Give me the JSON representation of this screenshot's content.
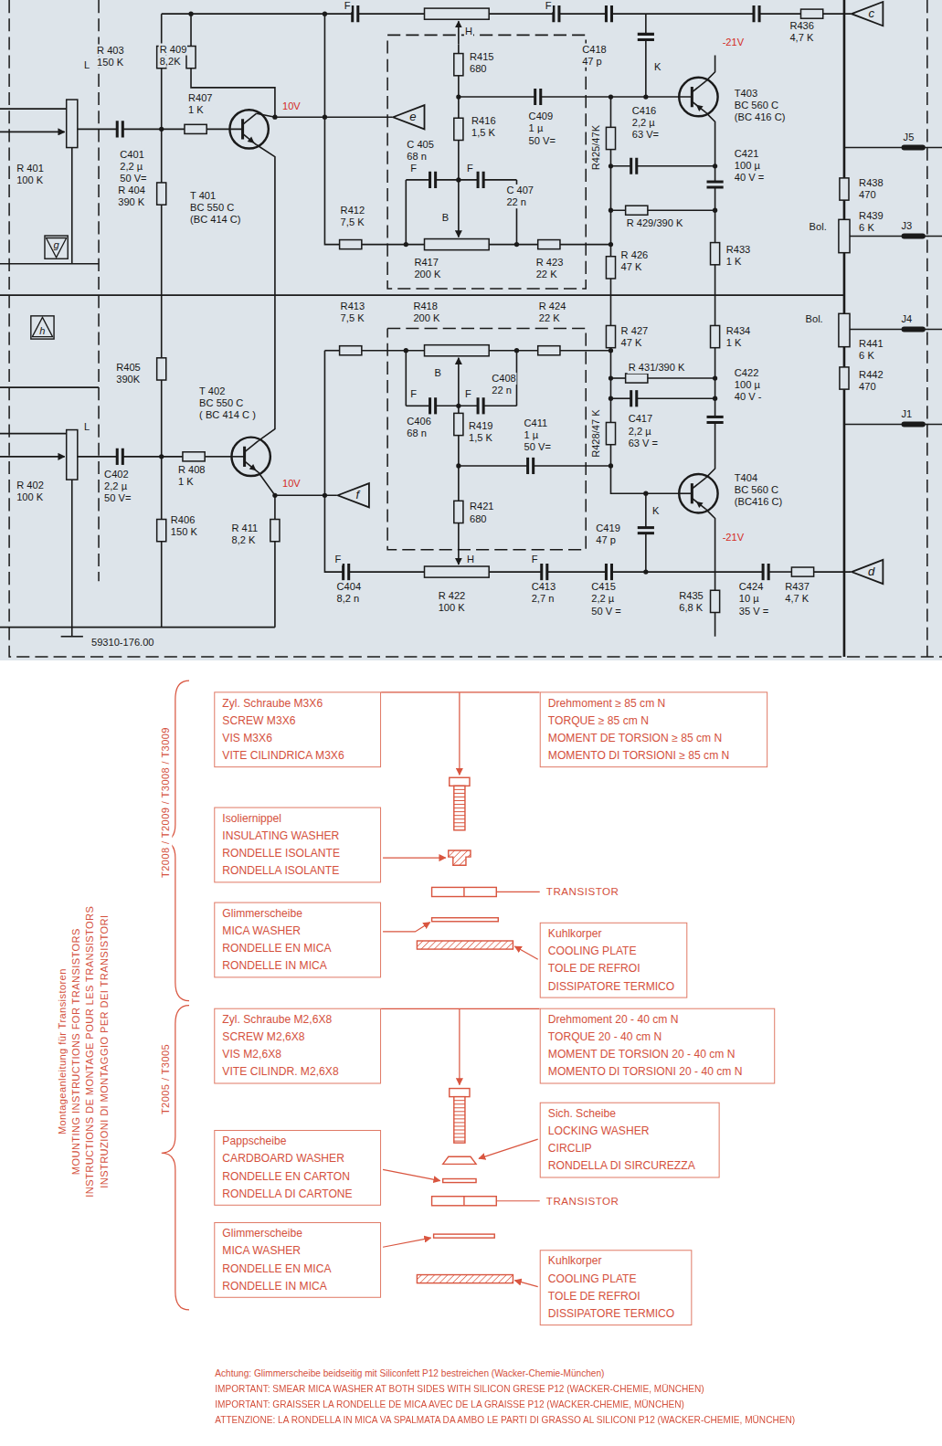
{
  "diagram": {
    "nodes": [
      {
        "text": [
          "c"
        ]
      },
      {
        "text": [
          "e"
        ]
      },
      {
        "text": [
          "g"
        ]
      },
      {
        "text": [
          "h"
        ]
      },
      {
        "text": [
          "f"
        ]
      },
      {
        "text": [
          "d"
        ]
      },
      {
        "text": [
          "Zyl. Schraube M3X6",
          "SCREW M3X6",
          "VIS M3X6",
          "VITE CILINDRICA M3X6"
        ]
      },
      {
        "text": [
          "Drehmoment ≥ 85 cm N",
          "TORQUE ≥ 85 cm N",
          "MOMENT DE TORSION ≥ 85 cm N",
          "MOMENTO DI TORSIONI ≥ 85 cm N"
        ]
      },
      {
        "text": [
          "Isoliernippel",
          "INSULATING WASHER",
          "RONDELLE ISOLANTE",
          "RONDELLA ISOLANTE"
        ]
      },
      {
        "text": [
          "Glimmerscheibe",
          "MICA WASHER",
          "RONDELLE EN MICA",
          "RONDELLE IN MICA"
        ]
      },
      {
        "text": [
          "Kuhlkorper",
          "COOLING PLATE",
          "TOLE DE REFROI",
          "DISSIPATORE TERMICO"
        ]
      },
      {
        "text": [
          "Zyl. Schraube M2,6X8",
          "SCREW M2,6X8",
          "VIS M2,6X8",
          "VITE CILINDR. M2,6X8"
        ]
      },
      {
        "text": [
          "Drehmoment 20 - 40 cm N",
          "TORQUE 20 - 40 cm N",
          "MOMENT DE TORSION 20 - 40 cm N",
          "MOMENTO DI TORSIONI 20 - 40 cm N"
        ]
      },
      {
        "text": [
          "Sich. Scheibe",
          "LOCKING WASHER",
          "CIRCLIP",
          "RONDELLA DI SIRCUREZZA"
        ]
      },
      {
        "text": [
          "Pappscheibe",
          "CARDBOARD WASHER",
          "RONDELLE EN CARTON",
          "RONDELLA DI CARTONE"
        ]
      },
      {
        "text": [
          "Glimmerscheibe",
          "MICA WASHER",
          "RONDELLE EN MICA",
          "RONDELLE IN MICA"
        ]
      },
      {
        "text": [
          "Kuhlkorper",
          "COOLING PLATE",
          "TOLE DE REFROI",
          "DISSIPATORE TERMICO"
        ]
      }
    ],
    "edges": [
      {
        "from": 6,
        "to": 7,
        "arrow": "none"
      },
      {
        "from": 11,
        "to": 12,
        "arrow": "none"
      }
    ],
    "labels": [
      "R 403",
      "150 K",
      "R 409",
      "8,2K",
      "R415",
      "680",
      "C418",
      "47 p",
      "-21V",
      "R436",
      "4,7 K",
      "R407",
      "1 K",
      "10V",
      "R 401",
      "100 K",
      "C401",
      "2,2 µ",
      "50 V=",
      "R 404",
      "390 K",
      "T 401",
      "BC 550 C",
      "(BC 414 C)",
      "R416",
      "1,5 K",
      "C409",
      "1 µ",
      "50 V=",
      "C 405",
      "68 n",
      "F",
      "F",
      "C 407",
      "22 n",
      "R425/47K",
      "C416",
      "2,2 µ",
      "63 V=",
      "T403",
      "BC 560 C",
      "(BC 416 C)",
      "C421",
      "100 µ",
      "40 V =",
      "J5",
      "R438",
      "470",
      "R439",
      "6 K",
      "Bol.",
      "J3",
      "R412",
      "7,5 K",
      "B",
      "R417",
      "200 K",
      "R 423",
      "22 K",
      "R 429/390 K",
      "R 426",
      "47 K",
      "R433",
      "1 K",
      "R413",
      "7,5 K",
      "R418",
      "200 K",
      "R 424",
      "22 K",
      "R 427",
      "47 K",
      "R 431/390 K",
      "R434",
      "1 K",
      "Bol.",
      "J4",
      "R441",
      "6 K",
      "R442",
      "470",
      "J1",
      "R405",
      "390K",
      "T 402",
      "BC 550 C",
      "( BC 414 C )",
      "B",
      "C408",
      "22 n",
      "C422",
      "100 µ",
      "40 V -",
      "F",
      "F",
      "C406",
      "68 n",
      "R419",
      "1,5 K",
      "C411",
      "1 µ",
      "50 V=",
      "C417",
      "2,2 µ",
      "63 V =",
      "R428/47 K",
      "T404",
      "BC 560 C",
      "(BC416 C)",
      "L",
      "R 402",
      "100 K",
      "C402",
      "2,2 µ",
      "50 V=",
      "R 408",
      "1 K",
      "10V",
      "R406",
      "150 K",
      "R 411",
      "8,2 K",
      "R421",
      "680",
      "C419",
      "47 p",
      "K",
      "-21V",
      "H",
      "F",
      "F",
      "C404",
      "8,2 n",
      "R 422",
      "100 K",
      "C413",
      "2,7 n",
      "C415",
      "2,2 µ",
      "50 V =",
      "R435",
      "6,8 K",
      "C424",
      "10 µ",
      "35 V =",
      "R437",
      "4,7 K",
      "59310-176.00",
      "H",
      "K",
      "L",
      "F",
      "F",
      "TRANSISTOR",
      "TRANSISTOR",
      "Montageanleitung für Transistoren",
      "MOUNTING INSTRUCTIONS FOR TRANSISTORS",
      "INSTRUCTIONS DE MONTAGE POUR LES TRANSISTORS",
      "INSTRUZIONI DI MONTAGGIO PER DEI TRANSISTORI",
      "T2008 / T2009 / T3008 / T3009",
      "T2005 / T3005",
      "Achtung: Glimmerscheibe beidseitig mit Siliconfett P12 bestreichen (Wacker-Chemie-München)",
      "IMPORTANT: SMEAR MICA WASHER AT BOTH SIDES WITH SILICON GRESE P12 (WACKER-CHEMIE, MÜNCHEN)",
      "IMPORTANT: GRAISSER LA RONDELLE DE MICA AVEC DE LA GRAISSE P12 (WACKER-CHEMIE, MÜNCHEN)",
      "ATTENZIONE: LA RONDELLA IN MICA VA SPALMATA DA AMBO LE PARTI DI GRASSO AL SILICONI P12 (WACKER-CHEMIE, MÜNCHEN)"
    ]
  }
}
